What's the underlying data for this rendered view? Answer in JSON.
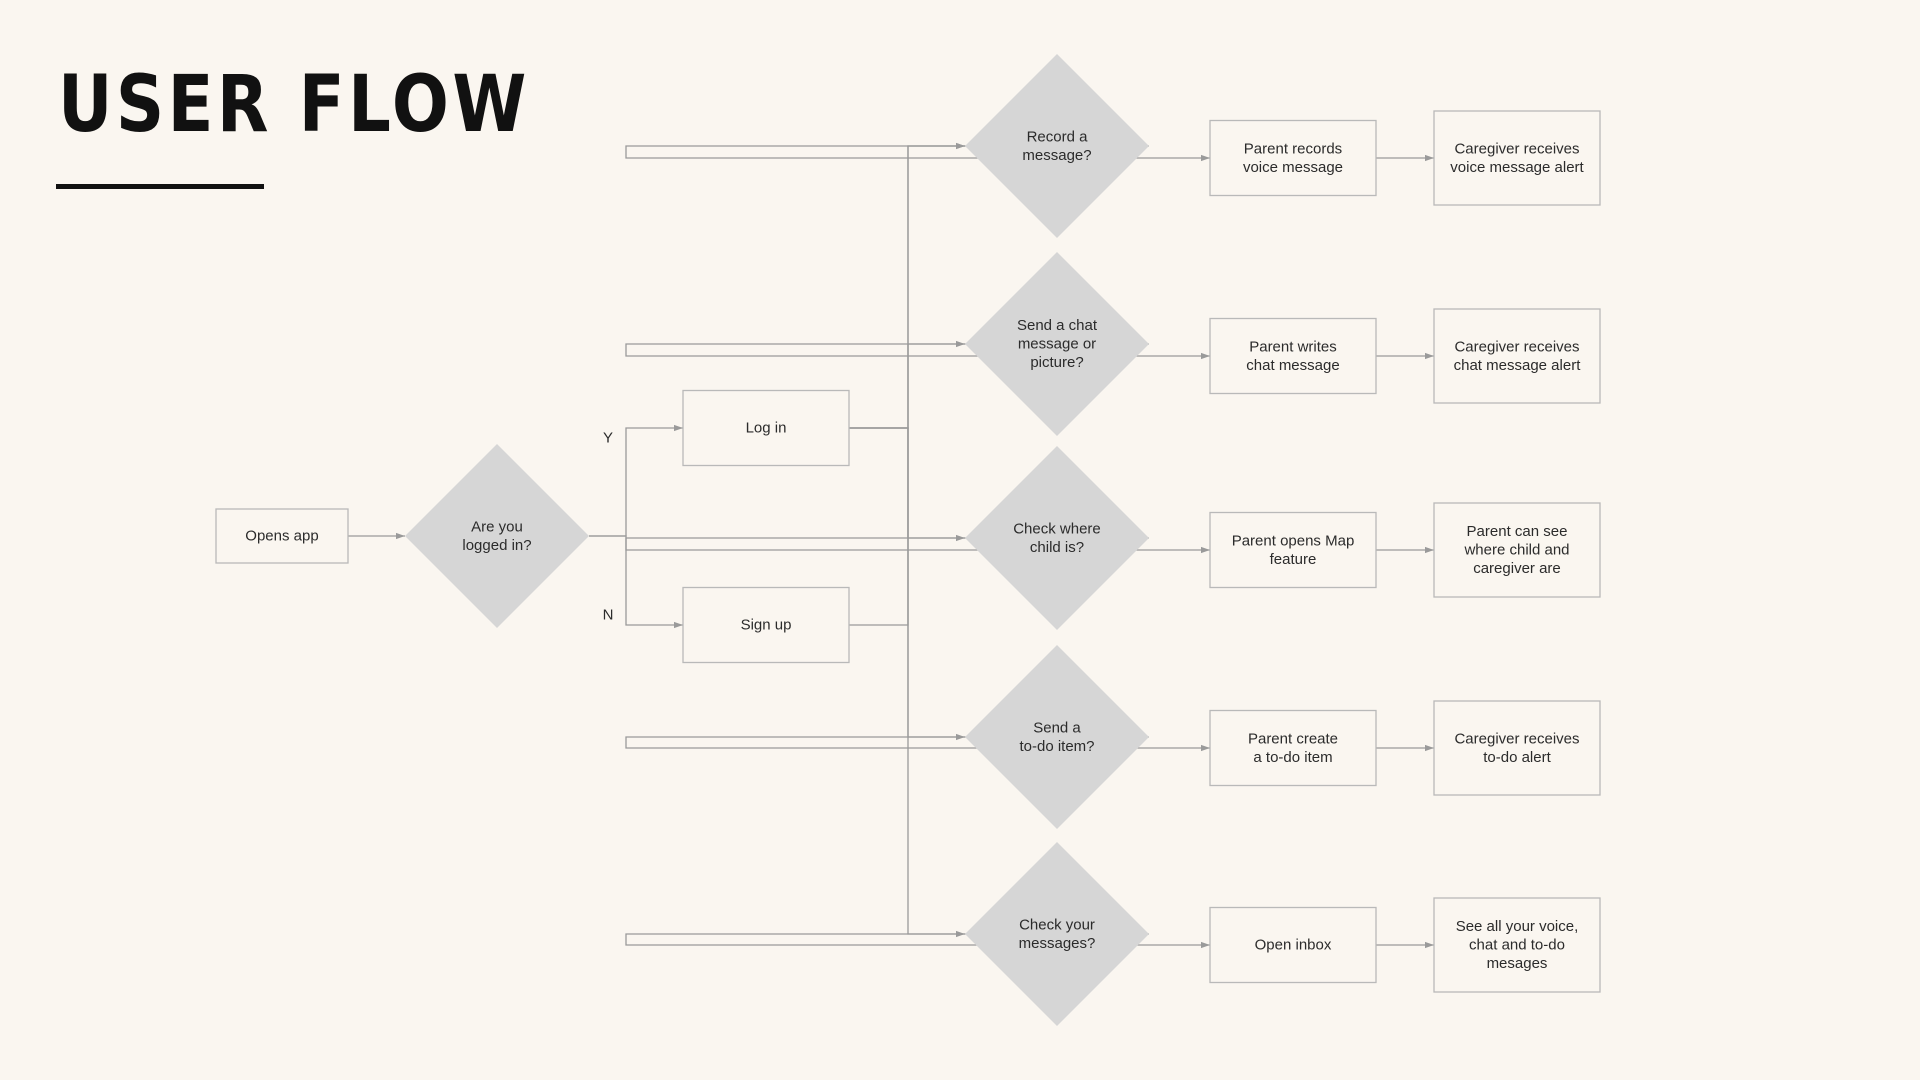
{
  "page": {
    "title": "USER FLOW"
  },
  "theme": {
    "background": "#faf6f0",
    "diamond_fill": "#d6d6d6",
    "box_stroke": "#b9b9b9",
    "edge_color": "#9a9a9a",
    "text": "#2b2b2b"
  },
  "diagram": {
    "nodes": [
      {
        "id": "opens-app",
        "shape": "box",
        "lines": [
          "Opens app"
        ]
      },
      {
        "id": "logged-in",
        "shape": "diamond",
        "lines": [
          "Are you",
          "logged in?"
        ]
      },
      {
        "id": "log-in",
        "shape": "box",
        "lines": [
          "Log in"
        ]
      },
      {
        "id": "sign-up",
        "shape": "box",
        "lines": [
          "Sign up"
        ]
      },
      {
        "id": "record-message",
        "shape": "diamond",
        "lines": [
          "Record a",
          "message?"
        ]
      },
      {
        "id": "send-chat",
        "shape": "diamond",
        "lines": [
          "Send a chat",
          "message or",
          "picture?"
        ]
      },
      {
        "id": "check-child",
        "shape": "diamond",
        "lines": [
          "Check where",
          "child is?"
        ]
      },
      {
        "id": "send-todo",
        "shape": "diamond",
        "lines": [
          "Send a",
          "to-do item?"
        ]
      },
      {
        "id": "check-messages",
        "shape": "diamond",
        "lines": [
          "Check your",
          "messages?"
        ]
      },
      {
        "id": "parent-records",
        "shape": "box",
        "lines": [
          "Parent records",
          "voice message"
        ]
      },
      {
        "id": "parent-writes",
        "shape": "box",
        "lines": [
          "Parent writes",
          "chat message"
        ]
      },
      {
        "id": "parent-map",
        "shape": "box",
        "lines": [
          "Parent opens Map",
          "feature"
        ]
      },
      {
        "id": "parent-todo",
        "shape": "box",
        "lines": [
          "Parent create",
          "a to-do item"
        ]
      },
      {
        "id": "open-inbox",
        "shape": "box",
        "lines": [
          "Open inbox"
        ]
      },
      {
        "id": "caregiver-voice",
        "shape": "box",
        "lines": [
          "Caregiver receives",
          "voice message alert"
        ]
      },
      {
        "id": "caregiver-chat",
        "shape": "box",
        "lines": [
          "Caregiver receives",
          "chat message alert"
        ]
      },
      {
        "id": "parent-see",
        "shape": "box",
        "lines": [
          "Parent can see",
          "where child and",
          "caregiver are"
        ]
      },
      {
        "id": "caregiver-todo",
        "shape": "box",
        "lines": [
          "Caregiver receives",
          "to-do alert"
        ]
      },
      {
        "id": "see-all",
        "shape": "box",
        "lines": [
          "See all your voice,",
          "chat and to-do",
          "mesages"
        ]
      }
    ],
    "edges": [
      {
        "from": "opens-app",
        "to": "logged-in"
      },
      {
        "from": "logged-in",
        "to": "log-in",
        "label": "Y"
      },
      {
        "from": "logged-in",
        "to": "sign-up",
        "label": "N"
      },
      {
        "from": "log-in",
        "to": "record-message"
      },
      {
        "from": "log-in",
        "to": "send-chat"
      },
      {
        "from": "log-in",
        "to": "check-child"
      },
      {
        "from": "log-in",
        "to": "send-todo"
      },
      {
        "from": "log-in",
        "to": "check-messages"
      },
      {
        "from": "sign-up",
        "to": "record-message"
      },
      {
        "from": "record-message",
        "to": "parent-records"
      },
      {
        "from": "send-chat",
        "to": "parent-writes"
      },
      {
        "from": "check-child",
        "to": "parent-map"
      },
      {
        "from": "send-todo",
        "to": "parent-todo"
      },
      {
        "from": "check-messages",
        "to": "open-inbox"
      },
      {
        "from": "parent-records",
        "to": "caregiver-voice"
      },
      {
        "from": "parent-writes",
        "to": "caregiver-chat"
      },
      {
        "from": "parent-map",
        "to": "parent-see"
      },
      {
        "from": "parent-todo",
        "to": "caregiver-todo"
      },
      {
        "from": "open-inbox",
        "to": "see-all"
      }
    ]
  }
}
